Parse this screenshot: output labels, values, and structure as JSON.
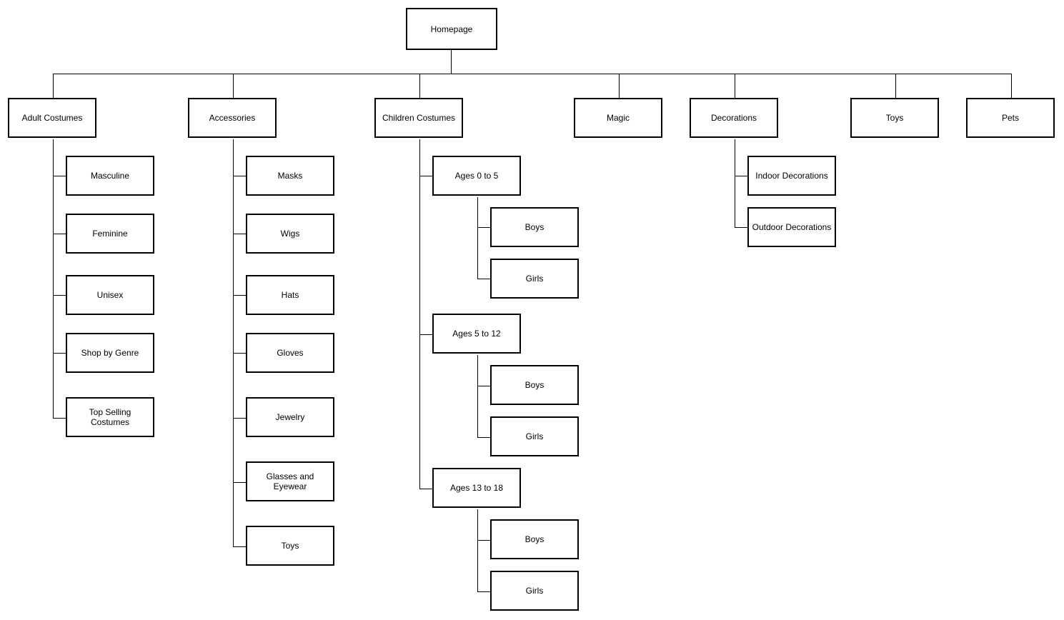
{
  "sitemap": {
    "homepage": "Homepage",
    "adult_costumes": {
      "label": "Adult Costumes",
      "children": [
        "Masculine",
        "Feminine",
        "Unisex",
        "Shop by Genre",
        "Top Selling Costumes"
      ]
    },
    "accessories": {
      "label": "Accessories",
      "children": [
        "Masks",
        "Wigs",
        "Hats",
        "Gloves",
        "Jewelry",
        "Glasses and Eyewear",
        "Toys"
      ]
    },
    "children_costumes": {
      "label": "Children Costumes",
      "groups": [
        {
          "label": "Ages 0 to 5",
          "children": [
            "Boys",
            "Girls"
          ]
        },
        {
          "label": "Ages 5 to 12",
          "children": [
            "Boys",
            "Girls"
          ]
        },
        {
          "label": "Ages 13 to 18",
          "children": [
            "Boys",
            "Girls"
          ]
        }
      ]
    },
    "magic": {
      "label": "Magic"
    },
    "decorations": {
      "label": "Decorations",
      "children": [
        "Indoor Decorations",
        "Outdoor Decorations"
      ]
    },
    "toys": {
      "label": "Toys"
    },
    "pets": {
      "label": "Pets"
    }
  }
}
